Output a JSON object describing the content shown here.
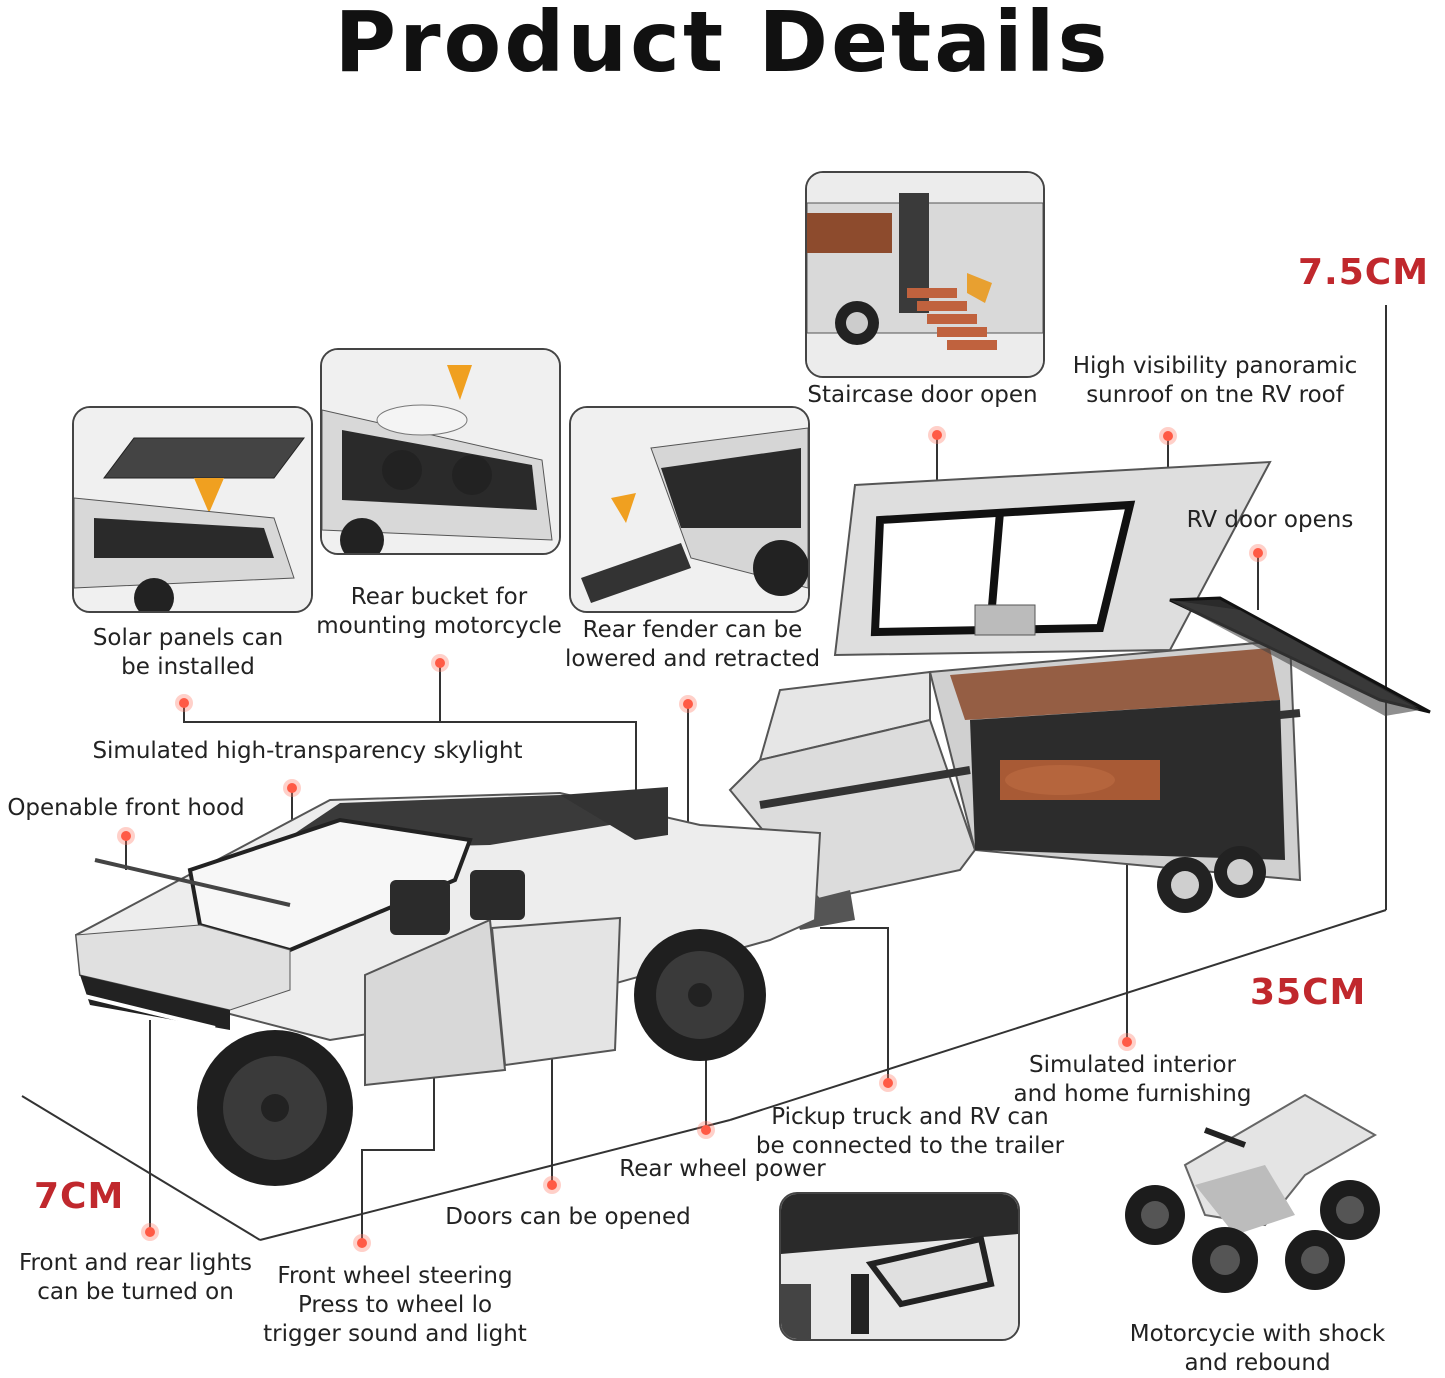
{
  "title": "Product Details",
  "accent_color": "#c0282d",
  "marker_color": "#ff5a45",
  "dimensions": {
    "height": "7.5CM",
    "length": "35CM",
    "width": "7CM"
  },
  "labels": {
    "staircase": "Staircase door open",
    "sunroof": "High visibility panoramic\nsunroof on tne RV roof",
    "rv_door": "RV door opens",
    "solar": "Solar panels can\nbe installed",
    "rear_bucket": "Rear bucket for\nmounting motorcycle",
    "rear_fender": "Rear fender can be\nlowered and retracted",
    "skylight": "Simulated high-transparency skylight",
    "front_hood": "Openable front hood",
    "interior": "Simulated interior\nand home furnishing",
    "trailer": "Pickup truck and RV can\nbe connected to the trailer",
    "rear_wheel": "Rear wheel power",
    "doors": "Doors can be opened",
    "lights": "Front and rear lights\ncan be turned on",
    "steering": "Front wheel steering\nPress to wheel lo\ntrigger sound and light",
    "motorcycle": "Motorcycie with shock\nand rebound"
  }
}
